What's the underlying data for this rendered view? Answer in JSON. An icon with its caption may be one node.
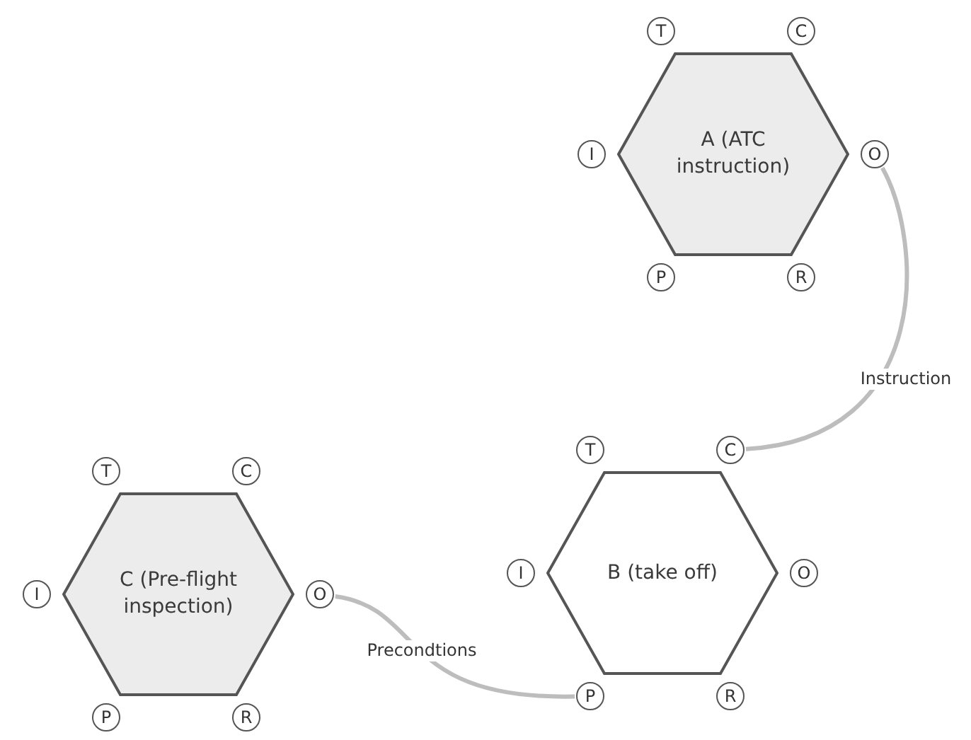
{
  "diagram": {
    "nodes": [
      {
        "text": [
          "A (ATC instruction)"
        ]
      },
      {
        "text": [
          "T"
        ]
      },
      {
        "text": [
          "C"
        ]
      },
      {
        "text": [
          "I"
        ]
      },
      {
        "text": [
          "O"
        ]
      },
      {
        "text": [
          "P"
        ]
      },
      {
        "text": [
          "R"
        ]
      },
      {
        "text": [
          "B (take off)"
        ]
      },
      {
        "text": [
          "T"
        ]
      },
      {
        "text": [
          "C"
        ]
      },
      {
        "text": [
          "I"
        ]
      },
      {
        "text": [
          "O"
        ]
      },
      {
        "text": [
          "P"
        ]
      },
      {
        "text": [
          "R"
        ]
      },
      {
        "text": [
          "C (Pre-flight inspection)"
        ]
      },
      {
        "text": [
          "T"
        ]
      },
      {
        "text": [
          "C"
        ]
      },
      {
        "text": [
          "I"
        ]
      },
      {
        "text": [
          "O"
        ]
      },
      {
        "text": [
          "P"
        ]
      },
      {
        "text": [
          "R"
        ]
      }
    ],
    "edges": [
      {
        "from": 4,
        "to": 9,
        "arrow": "none",
        "label": "Instruction"
      },
      {
        "from": 18,
        "to": 12,
        "arrow": "none",
        "label": "Precondtions"
      }
    ]
  }
}
